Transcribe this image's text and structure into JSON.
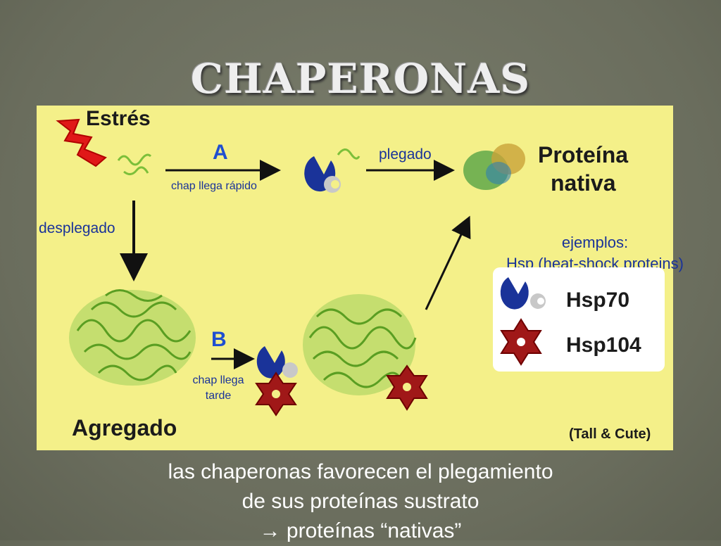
{
  "title": "CHAPERONAS",
  "diagram": {
    "stress_label": "Estrés",
    "step_a": "A",
    "step_a_note": "chap llega rápido",
    "step_b": "B",
    "step_b_note_line1": "chap llega",
    "step_b_note_line2": "tarde",
    "folded_label": "plegado",
    "unfolded_label": "desplegado",
    "native_line1": "Proteína",
    "native_line2": "nativa",
    "aggregate_label": "Agregado",
    "examples_line1": "ejemplos:",
    "examples_line2": "Hsp (heat-shock proteins)",
    "legend_hsp70": "Hsp70",
    "legend_hsp104": "Hsp104",
    "credit": "(Tall & Cute)"
  },
  "caption": {
    "line1": "las chaperonas favorecen el plegamiento",
    "line2": "de sus proteínas sustrato",
    "line3": "→ proteínas “nativas”"
  },
  "colors": {
    "panel": "#f4f089",
    "chaperone_blue": "#1a3399",
    "hsp104_red": "#a01818",
    "protein_green": "#7cbf3a"
  }
}
